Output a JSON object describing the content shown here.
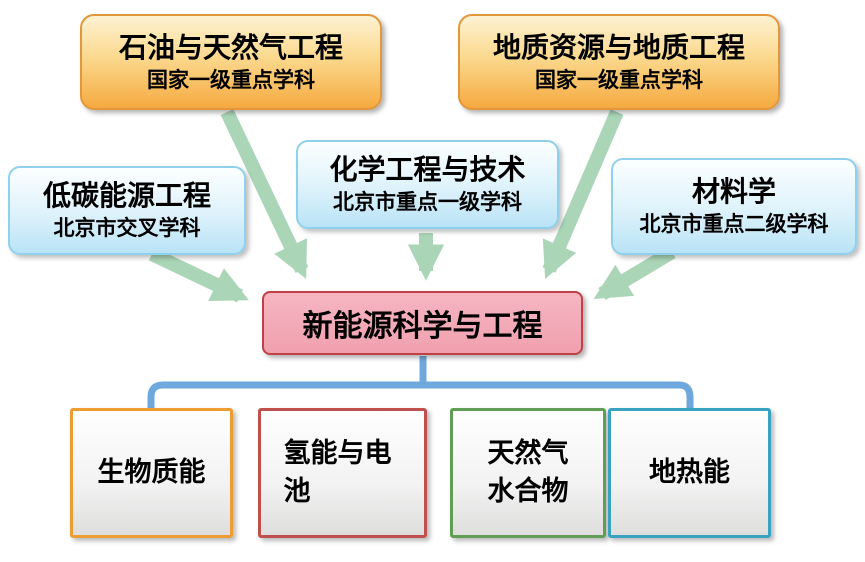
{
  "top_row": [
    {
      "title": "石油与天然气工程",
      "subtitle": "国家一级重点学科"
    },
    {
      "title": "地质资源与地质工程",
      "subtitle": "国家一级重点学科"
    }
  ],
  "middle_row": [
    {
      "title": "低碳能源工程",
      "subtitle": "北京市交叉学科"
    },
    {
      "title": "化学工程与技术",
      "subtitle": "北京市重点一级学科"
    },
    {
      "title": "材料学",
      "subtitle": "北京市重点二级学科"
    }
  ],
  "center": {
    "title": "新能源科学与工程"
  },
  "bottom_row": [
    {
      "label": "生物质能",
      "border_color": "#ED9D31"
    },
    {
      "label": "氢能与电池",
      "border_color": "#C0504D"
    },
    {
      "label": "天然气水合物",
      "border_color": "#5F9E54"
    },
    {
      "label": "地热能",
      "border_color": "#38A3C1"
    }
  ],
  "colors": {
    "national_box_border": "#E2973B",
    "beijing_box_border": "#8FD0EC",
    "center_fill": "#F0A0AE",
    "center_border": "#BF4145",
    "arrow": "#ABD5B7",
    "brace": "#6FA8DC"
  }
}
